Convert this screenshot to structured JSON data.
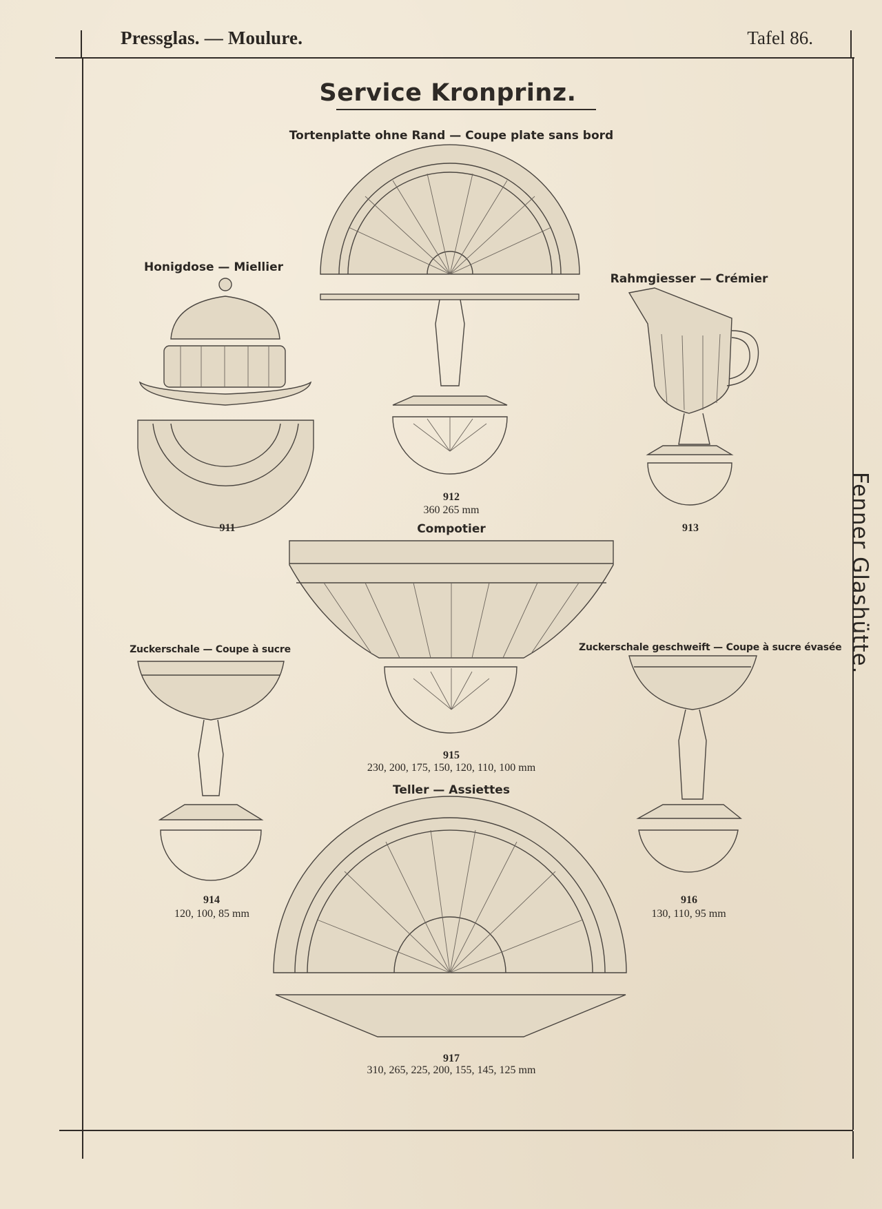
{
  "header": {
    "left": "Pressglas. — Moulure.",
    "right": "Tafel 86."
  },
  "title": "Service Kronprinz.",
  "sidebar": "Fenner Glashütte.",
  "items": {
    "912": {
      "label": "Tortenplatte ohne Rand — Coupe plate sans bord",
      "number": "912",
      "dims": "360 265 mm"
    },
    "911": {
      "label": "Honigdose — Miellier",
      "number": "911"
    },
    "913": {
      "label": "Rahmgiesser — Crémier",
      "number": "913"
    },
    "915": {
      "label": "Compotier",
      "number": "915",
      "dims": "230, 200, 175, 150, 120, 110, 100 mm"
    },
    "914": {
      "label": "Zuckerschale — Coupe à sucre",
      "number": "914",
      "dims": "120, 100, 85 mm"
    },
    "916": {
      "label": "Zuckerschale geschweift — Coupe à sucre évasée",
      "number": "916",
      "dims": "130, 110, 95 mm"
    },
    "917": {
      "label": "Teller — Assiettes",
      "number": "917",
      "dims": "310, 265, 225, 200, 155, 145, 125 mm"
    }
  },
  "colors": {
    "paper": "#eee4d1",
    "ink": "#2b2723"
  }
}
